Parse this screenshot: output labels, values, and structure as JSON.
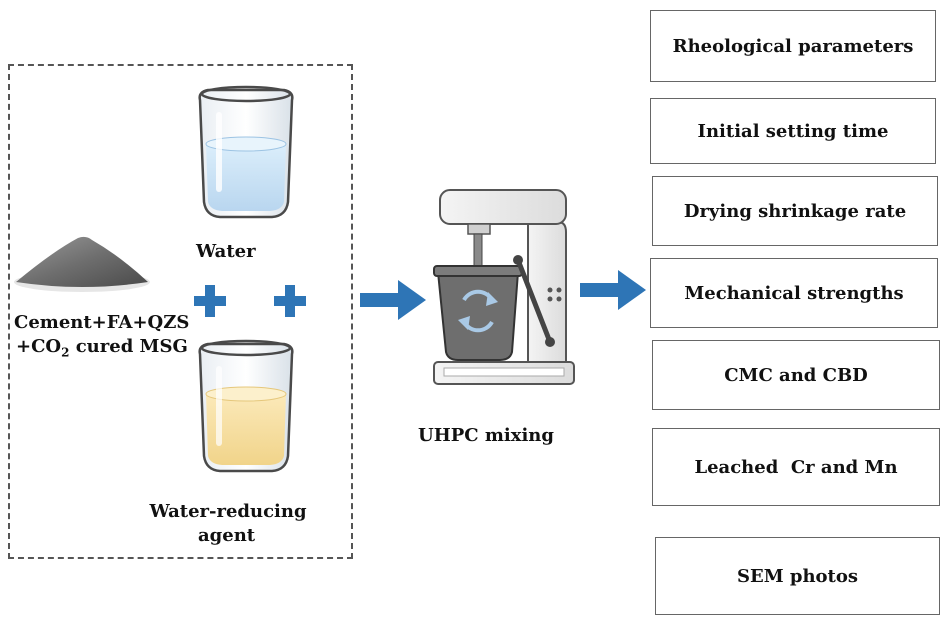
{
  "inputs": {
    "water_label": "Water",
    "powder_label_line1": "Cement+FA+QZS",
    "powder_label_line2_pre": "+CO",
    "powder_label_line2_sub": "2",
    "powder_label_line2_post": " cured MSG",
    "agent_label_line1": "Water-reducing",
    "agent_label_line2": "agent"
  },
  "mixer": {
    "label": "UHPC mixing"
  },
  "outputs": [
    "Rheological parameters",
    "Initial setting time",
    "Drying shrinkage rate",
    "Mechanical strengths",
    "CMC and CBD",
    "Leached  Cr and Mn",
    "SEM photos"
  ],
  "colors": {
    "arrow": "#2e75b6",
    "plus": "#2e75b6",
    "water": "#cfe4f5",
    "agent": "#f6dfa0",
    "mixer_bowl": "#6a6a6a"
  }
}
